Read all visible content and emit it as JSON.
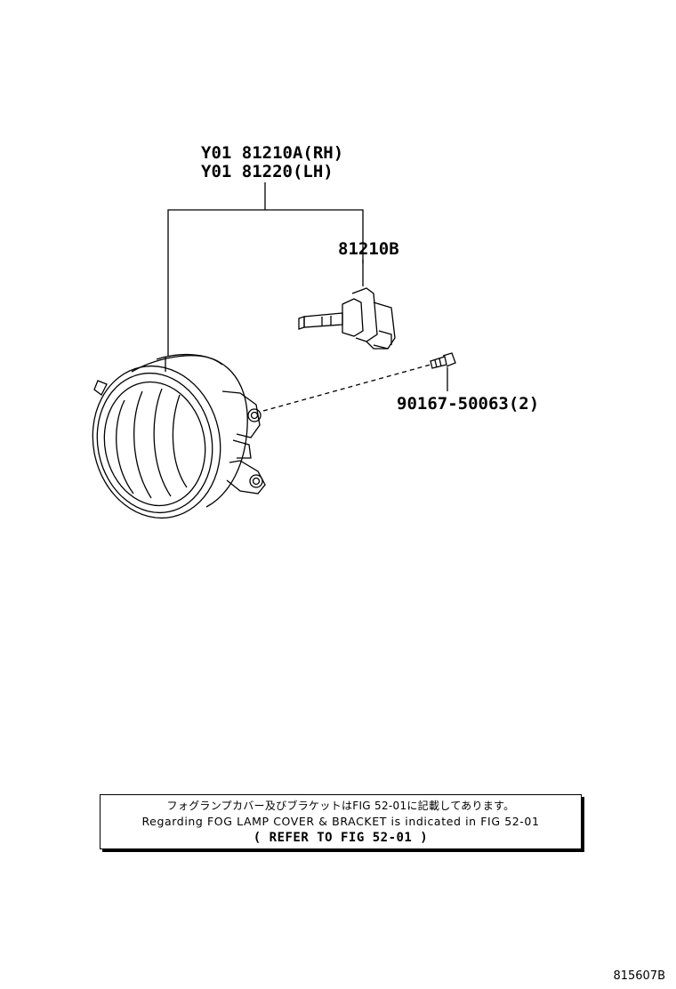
{
  "callouts": {
    "assembly_rh": "Y01 81210A(RH)",
    "assembly_lh": "Y01 81220(LH)",
    "bulb": "81210B",
    "screw": "90167-50063(2)"
  },
  "note": {
    "japanese": "フォグランプカバー及びブラケットはFIG 52-01に記載してあります。",
    "english": "Regarding FOG LAMP COVER & BRACKET is indicated in FIG 52-01",
    "reference": "( REFER TO FIG 52-01 )"
  },
  "figure_code": "815607B",
  "colors": {
    "ink": "#000000",
    "background": "#ffffff"
  }
}
